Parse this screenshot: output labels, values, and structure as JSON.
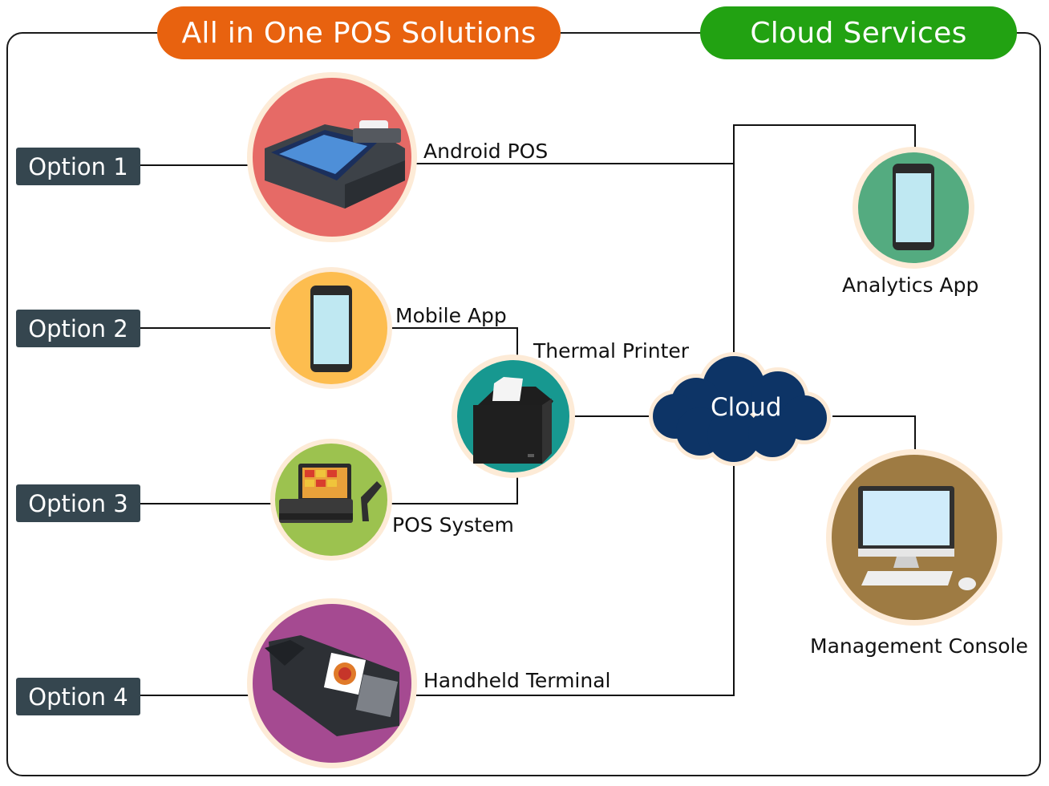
{
  "headers": {
    "pos_solutions": "All in One POS Solutions",
    "cloud_services": "Cloud Services"
  },
  "options": [
    "Option 1",
    "Option 2",
    "Option 3",
    "Option 4"
  ],
  "devices": {
    "android_pos": "Android POS",
    "mobile_app": "Mobile App",
    "thermal_printer": "Thermal Printer",
    "pos_system": "POS System",
    "handheld_terminal": "Handheld Terminal",
    "cloud": "Cloud",
    "analytics_app": "Analytics App",
    "management_console": "Management Console"
  },
  "colors": {
    "header_orange": "#e8620f",
    "header_green": "#22a212",
    "option_bg": "#35464f",
    "android_pos_circle": "#e66a66",
    "mobile_app_circle": "#fdbd4f",
    "pos_system_circle": "#9cc24f",
    "handheld_circle": "#a54a91",
    "printer_circle": "#179890",
    "analytics_circle": "#54ab80",
    "console_circle": "#9e7b43",
    "cloud_fill": "#0d3466",
    "ring": "#fdebd7"
  },
  "icons": {
    "android_pos": "android-pos-terminal-icon",
    "mobile_app": "smartphone-icon",
    "pos_system": "pos-cash-register-icon",
    "handheld_terminal": "handheld-terminal-icon",
    "thermal_printer": "receipt-printer-icon",
    "analytics_app": "smartphone-icon",
    "management_console": "desktop-computer-icon",
    "cloud": "cloud-icon"
  }
}
